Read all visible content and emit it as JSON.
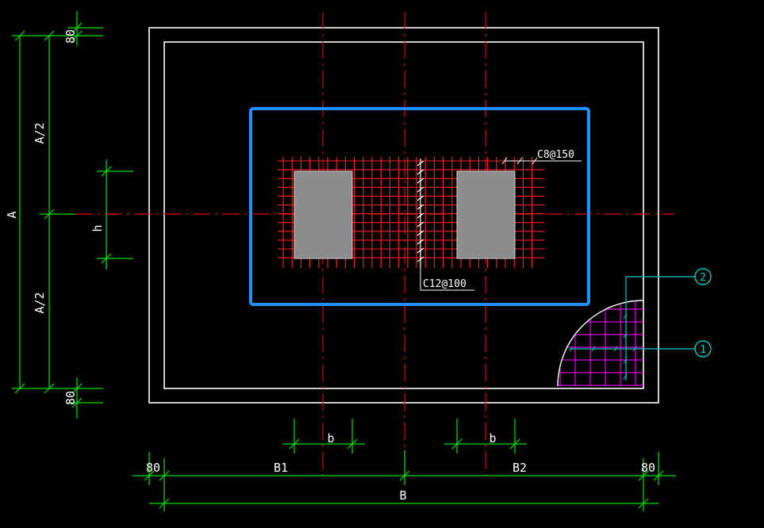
{
  "colors": {
    "background": "#000000",
    "dimension": "#00e000",
    "outline": "#ffffff",
    "axis": "#e00000",
    "rebar": "#ff2020",
    "column": "#8c8c8c",
    "pedestal": "#1e90ff",
    "leader": "#00c8c8",
    "detail_mesh": "#e000e0"
  },
  "dimensions": {
    "left": {
      "top_offset": "80",
      "upper_half": "A/2",
      "total": "A",
      "lower_half": "A/2",
      "bottom_offset": "80",
      "column_height": "h"
    },
    "bottom": {
      "left_offset": "80",
      "left_span": "B1",
      "right_span": "B2",
      "right_offset": "80",
      "total": "B",
      "column_width_left": "b",
      "column_width_right": "b"
    }
  },
  "rebar_labels": {
    "top_right": "C8@150",
    "middle": "C12@100"
  },
  "callouts": {
    "upper": "2",
    "lower": "1"
  }
}
